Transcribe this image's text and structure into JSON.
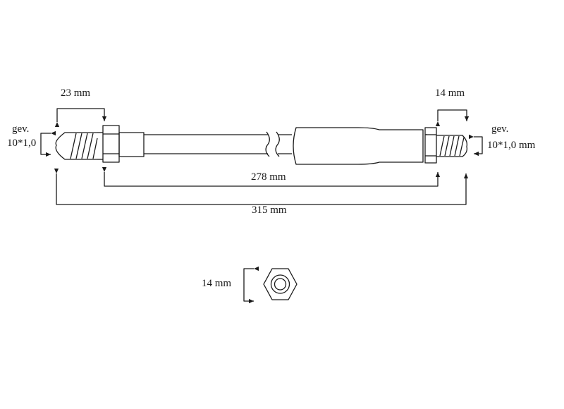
{
  "diagram": {
    "dim_left_nut": "23 mm",
    "dim_right_nut": "14 mm",
    "dim_inner_length": "278 mm",
    "dim_total_length": "315 mm",
    "thread_left_line1": "gev.",
    "thread_left_line2": "10*1,0",
    "thread_right_line1": "gev.",
    "thread_right_line2": "10*1,0 mm",
    "hex_nut_size": "14 mm"
  },
  "colors": {
    "line": "#1a1a1a",
    "background": "#ffffff"
  }
}
